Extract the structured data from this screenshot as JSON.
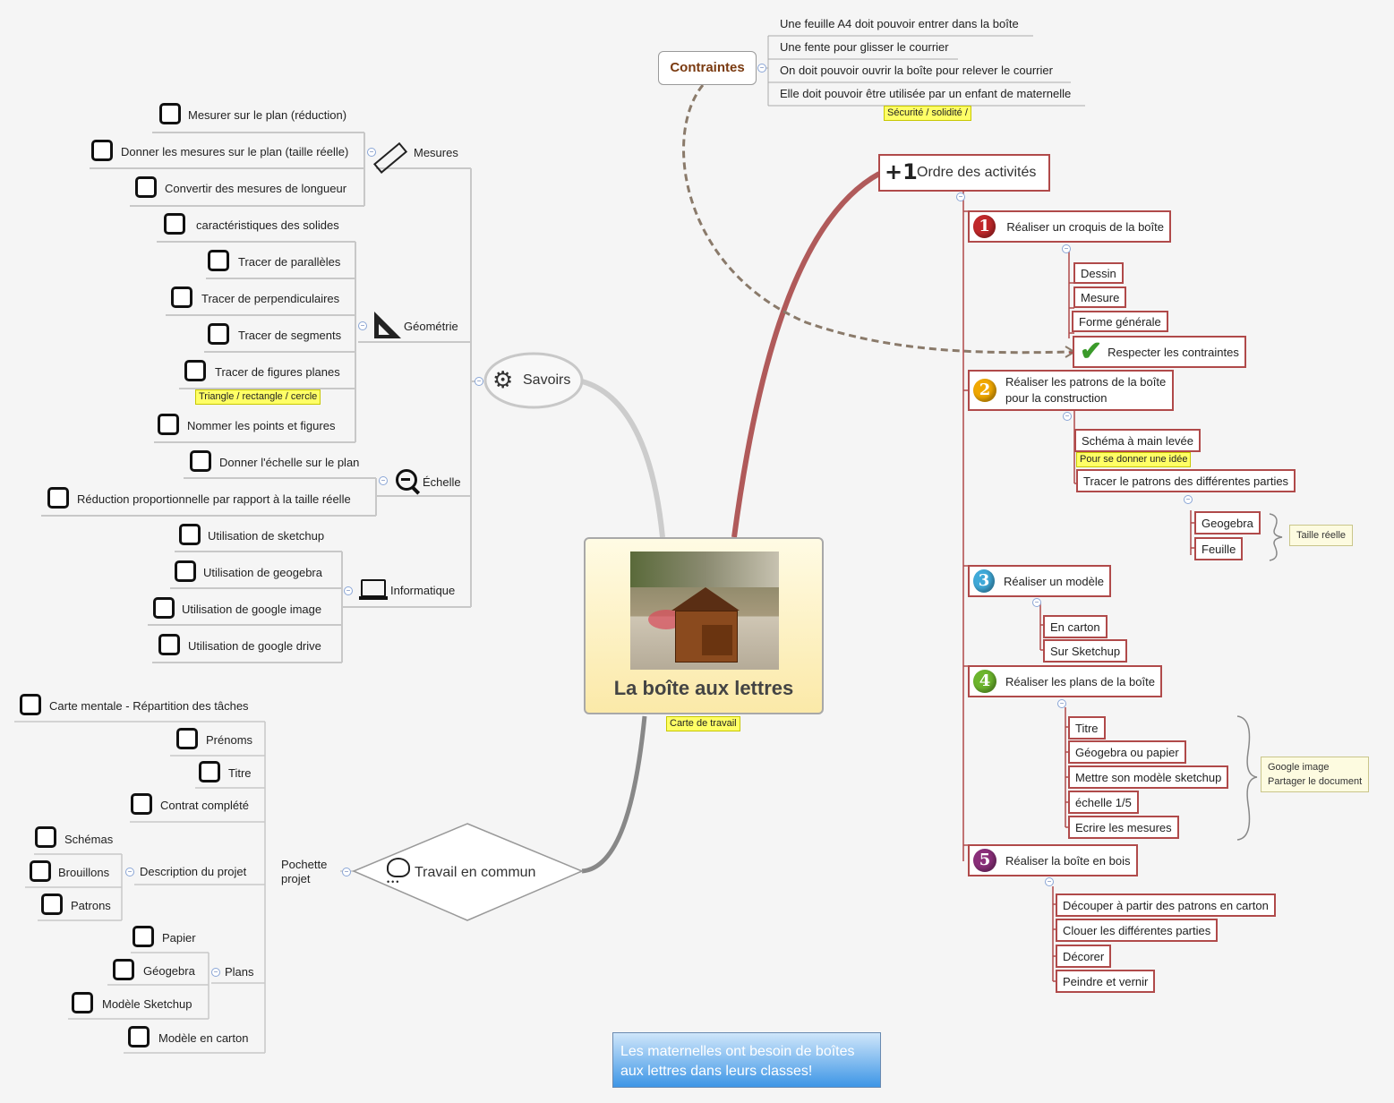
{
  "central": {
    "title": "La boîte aux lettres",
    "note": "Carte de travail",
    "photo": "wooden-mailbox-photo"
  },
  "contraintes": {
    "label": "Contraintes",
    "items": [
      "Une feuille A4 doit pouvoir entrer dans la boîte",
      "Une fente pour glisser le courrier",
      "On doit pouvoir ouvrir la boîte pour relever le courrier",
      "Elle doit pouvoir être utilisée par un enfant de maternelle"
    ],
    "note": "Sécurité / solidité /"
  },
  "ordre": {
    "label": "Ordre des activités",
    "icon": "plus-one-icon",
    "steps": [
      {
        "num": "1",
        "label": "Réaliser un croquis de la boîte",
        "children": [
          "Dessin",
          "Mesure",
          "Forme générale",
          "Respecter les contraintes"
        ]
      },
      {
        "num": "2",
        "label": "Réaliser les patrons de la boîte\npour la construction",
        "children": [
          "Schéma à main levée",
          "Tracer le patrons des différentes parties"
        ],
        "note": "Pour se donner une idée",
        "sub": [
          "Geogebra",
          "Feuille"
        ],
        "sub_note": "Taille réelle"
      },
      {
        "num": "3",
        "label": "Réaliser un modèle",
        "children": [
          "En carton",
          "Sur Sketchup"
        ]
      },
      {
        "num": "4",
        "label": "Réaliser les plans de la boîte",
        "children": [
          "Titre",
          "Géogebra ou papier",
          "Mettre son modèle sketchup",
          "échelle 1/5",
          "Ecrire les mesures"
        ],
        "note": "Google image\nPartager le document"
      },
      {
        "num": "5",
        "label": "Réaliser la boîte en bois",
        "children": [
          "Découper à partir des patrons en carton",
          "Clouer les différentes parties",
          "Décorer",
          "Peindre et vernir"
        ]
      }
    ],
    "colors": {
      "1": "#c0282b",
      "2": "#f0a800",
      "3": "#3fa9d8",
      "4": "#6cb52d",
      "5": "#8a2f7a"
    }
  },
  "savoirs": {
    "label": "Savoirs",
    "mesures": {
      "label": "Mesures",
      "items": [
        "Mesurer sur le plan (réduction)",
        "Donner les mesures sur le plan (taille réelle)",
        "Convertir des mesures de longueur"
      ]
    },
    "geometrie": {
      "label": "Géométrie",
      "items": [
        "caractéristiques des solides",
        "Tracer de parallèles",
        "Tracer de perpendiculaires",
        "Tracer de segments",
        "Tracer de figures planes",
        "Nommer les points et figures"
      ],
      "note": "Triangle / rectangle / cercle"
    },
    "echelle": {
      "label": "Échelle",
      "items": [
        "Donner l'échelle sur le plan",
        "Réduction proportionnelle par rapport à la taille réelle"
      ]
    },
    "informatique": {
      "label": "Informatique",
      "items": [
        "Utilisation de sketchup",
        "Utilisation de geogebra",
        "Utilisation de google image",
        "Utilisation de google drive"
      ]
    }
  },
  "travail": {
    "label": "Travail en commun",
    "pochette": "Pochette\nprojet",
    "items": [
      "Carte mentale - Répartition des tâches",
      "Prénoms",
      "Titre",
      "Contrat complété"
    ],
    "description": {
      "label": "Description du projet",
      "items": [
        "Schémas",
        "Brouillons",
        "Patrons"
      ]
    },
    "plans": {
      "label": "Plans",
      "items": [
        "Papier",
        "Géogebra",
        "Modèle Sketchup"
      ]
    },
    "carton": "Modèle en carton"
  },
  "footer_note": "Les maternelles ont besoin de boîtes\naux lettres dans leurs classes!"
}
